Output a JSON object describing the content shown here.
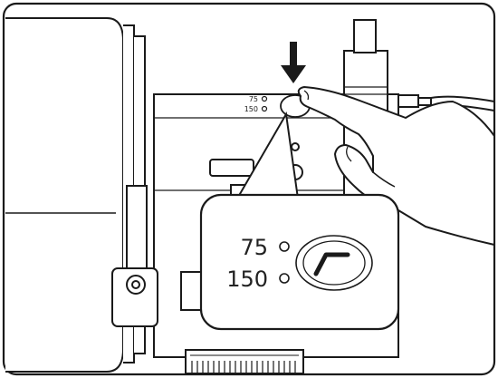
{
  "machine_labels": {
    "small": [
      "75",
      "150"
    ]
  },
  "callout_labels": {
    "large": [
      "75",
      "150"
    ]
  },
  "icon_names": [
    "arrow-down-icon",
    "bevel-mode-icon",
    "pointing-hand"
  ],
  "colors": {
    "line": "#1a1a1a",
    "fill": "#ffffff",
    "shade": "#d9d9d9"
  }
}
